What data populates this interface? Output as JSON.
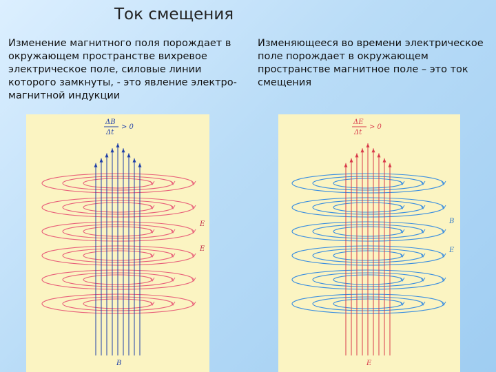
{
  "slide": {
    "title": "Ток смещения",
    "left_text": "Изменение магнитного поля порождает в окружающем пространстве вихревое электрическое поле, силовые линии которого замкнуты, - это явление электро-магнитной индукции",
    "right_text": "Изменяющееся во времени электрическое поле порождает в окружающем пространстве магнитное поле – это ток смещения"
  },
  "figures": {
    "left": {
      "formula_num": "ΔB",
      "formula_den": "Δt",
      "formula_rel": "> 0",
      "side_label_1": "E",
      "side_label_2": "E",
      "bottom_label": "B",
      "line_color": "#1f3fa8",
      "ring_color": "#e8607a"
    },
    "right": {
      "formula_num": "ΔE",
      "formula_den": "Δt",
      "formula_rel": "> 0",
      "side_label_1": "B",
      "side_label_2": "E",
      "bottom_label": "E",
      "line_color": "#d83a4a",
      "ring_color": "#3a8ee0"
    }
  }
}
